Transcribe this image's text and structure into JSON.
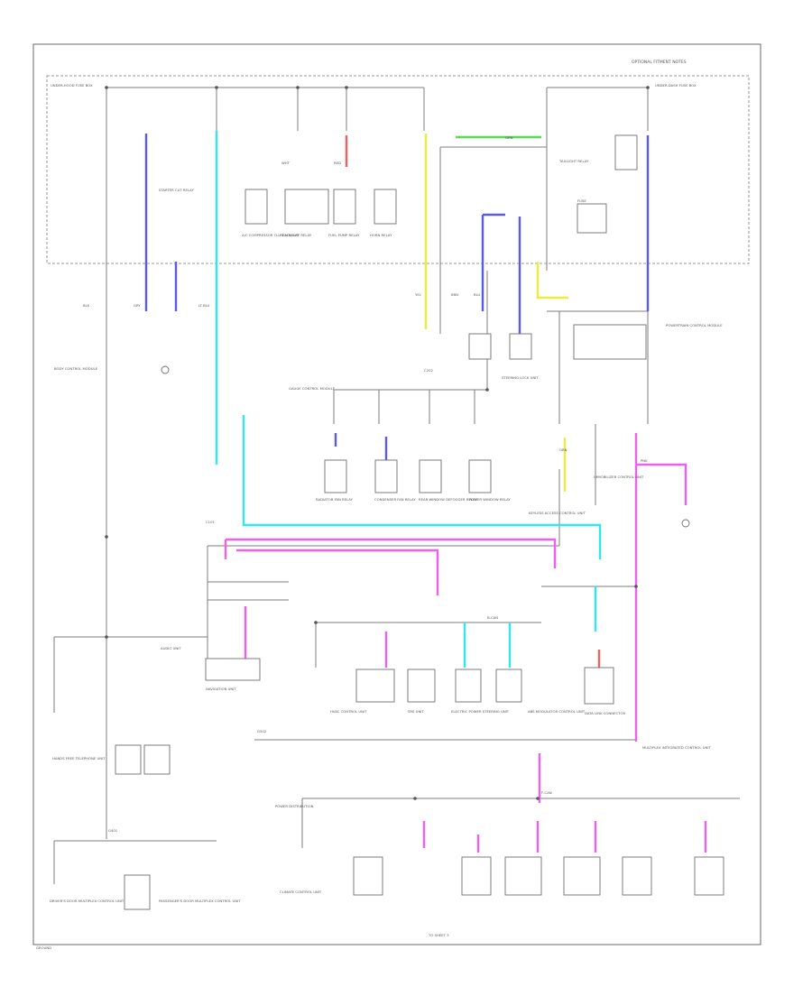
{
  "diagram": {
    "top_right_label": "OPTIONAL FITMENT NOTES",
    "bottom_left_tag": "GROUND",
    "bottom_center_tag": "TO SHEET 3",
    "wire_colors": {
      "blue": "#5a5af0",
      "cyan": "#33e6ee",
      "pink": "#f060f0",
      "green": "#55dd55",
      "yellow": "#ecec40",
      "red": "#f06060"
    },
    "modules": [
      {
        "name": "UNDER-HOOD FUSE BOX"
      },
      {
        "name": "UNDER-DASH FUSE BOX"
      },
      {
        "name": "STARTER CUT RELAY"
      },
      {
        "name": "BODY CONTROL MODULE"
      },
      {
        "name": "A/C COMPRESSOR CLUTCH RELAY"
      },
      {
        "name": "POWERTRAIN CONTROL MODULE"
      },
      {
        "name": "HEADLIGHT RELAY"
      },
      {
        "name": "TAILLIGHT RELAY"
      },
      {
        "name": "FUEL PUMP RELAY"
      },
      {
        "name": "HORN RELAY"
      },
      {
        "name": "GAUGE CONTROL MODULE"
      },
      {
        "name": "RADIATOR FAN RELAY"
      },
      {
        "name": "CONDENSER FAN RELAY"
      },
      {
        "name": "REAR WINDOW DEFOGGER RELAY"
      },
      {
        "name": "POWER WINDOW RELAY"
      },
      {
        "name": "STEERING LOCK UNIT"
      },
      {
        "name": "KEYLESS ACCESS CONTROL UNIT"
      },
      {
        "name": "IMMOBILIZER CONTROL UNIT"
      },
      {
        "name": "AUDIO UNIT"
      },
      {
        "name": "NAVIGATION UNIT"
      },
      {
        "name": "HVAC CONTROL UNIT"
      },
      {
        "name": "SRS UNIT"
      },
      {
        "name": "ELECTRIC POWER STEERING UNIT"
      },
      {
        "name": "ABS MODULATOR CONTROL UNIT"
      },
      {
        "name": "DATA LINK CONNECTOR"
      },
      {
        "name": "MULTIPLEX INTEGRATED CONTROL UNIT"
      },
      {
        "name": "HANDS FREE TELEPHONE UNIT"
      },
      {
        "name": "DRIVER'S DOOR MULTIPLEX CONTROL UNIT"
      },
      {
        "name": "PASSENGER'S DOOR MULTIPLEX CONTROL UNIT"
      },
      {
        "name": "CLIMATE CONTROL UNIT"
      },
      {
        "name": "POWER DISTRIBUTION"
      }
    ],
    "tags": [
      "BLK",
      "GRY",
      "RED",
      "WHT",
      "YEL",
      "PNK",
      "BLU",
      "GRN",
      "LT BLU",
      "BRN",
      "ORN",
      "FUSE",
      "G401",
      "G502",
      "C101",
      "C202",
      "B-CAN",
      "F-CAN"
    ]
  }
}
